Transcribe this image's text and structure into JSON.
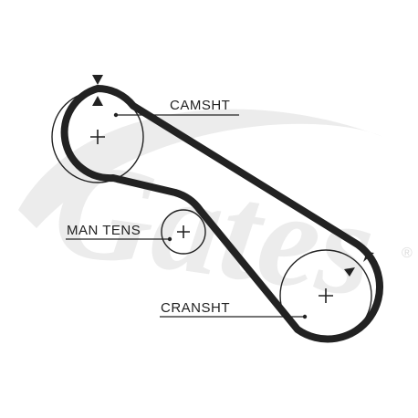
{
  "watermark": {
    "text": "Gates",
    "registered": "®",
    "color": "#ececec"
  },
  "labels": {
    "camshaft": "CAMSHT",
    "tensioner": "MAN TENS",
    "crankshaft": "CRANSHT"
  },
  "colors": {
    "belt": "#222222",
    "pulley": "#222222",
    "background": "#ffffff"
  }
}
